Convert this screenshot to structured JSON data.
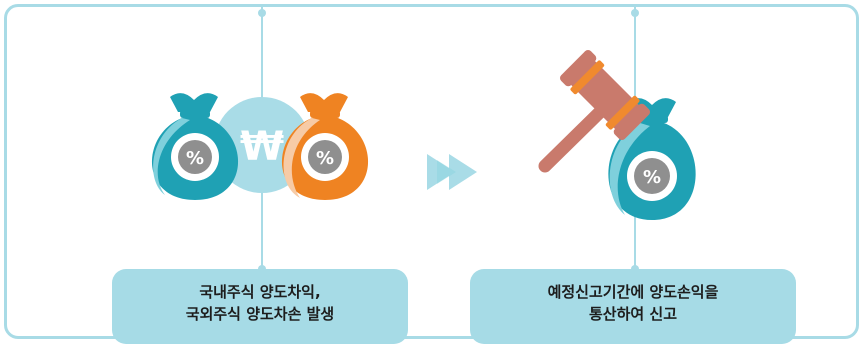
{
  "steps": [
    {
      "lines": [
        "국내주식 양도차익,",
        "국외주식 양도차손 발생"
      ],
      "currency_symbol": "₩",
      "percent_symbol": "%"
    },
    {
      "lines": [
        "예정신고기간에 양도손익을",
        "통산하여 신고"
      ],
      "percent_symbol": "%"
    }
  ],
  "icons": [
    "teal-money-bag-icon",
    "won-coin-icon",
    "orange-money-bag-icon",
    "double-chevron-arrow-icon",
    "gavel-icon",
    "teal-money-bag-icon"
  ],
  "colors": {
    "frame": "#a8dbe6",
    "label_bg": "#a6dbe6",
    "teal": "#1fa1b4",
    "teal_light": "#7fd0dc",
    "orange": "#ef8322",
    "peach": "#f7cba6",
    "coin": "#a9dce7",
    "gavel": "#c97a6c",
    "gavel_band": "#f08a2e"
  }
}
